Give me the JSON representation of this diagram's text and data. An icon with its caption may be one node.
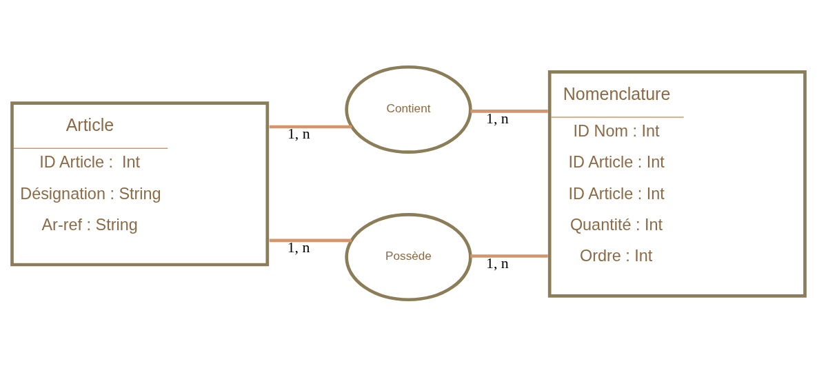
{
  "diagram": {
    "nodes": [
      {
        "text": [
          "Article",
          "ID Article :  Int",
          "Désignation : String",
          "Ar-ref : String"
        ]
      },
      {
        "text": [
          "Contient"
        ]
      },
      {
        "text": [
          "Nomenclature",
          "ID Nom : Int",
          "ID Article : Int",
          "ID Article : Int",
          "Quantité : Int",
          "Ordre : Int"
        ]
      },
      {
        "text": [
          "Possède"
        ]
      }
    ],
    "edges": [
      {
        "from": 0,
        "to": 1,
        "arrow": "none",
        "label": "1, n"
      },
      {
        "from": 1,
        "to": 2,
        "arrow": "none",
        "label": "1, n"
      },
      {
        "from": 0,
        "to": 3,
        "arrow": "none",
        "label": "1, n"
      },
      {
        "from": 3,
        "to": 2,
        "arrow": "none",
        "label": "1, n"
      }
    ]
  }
}
